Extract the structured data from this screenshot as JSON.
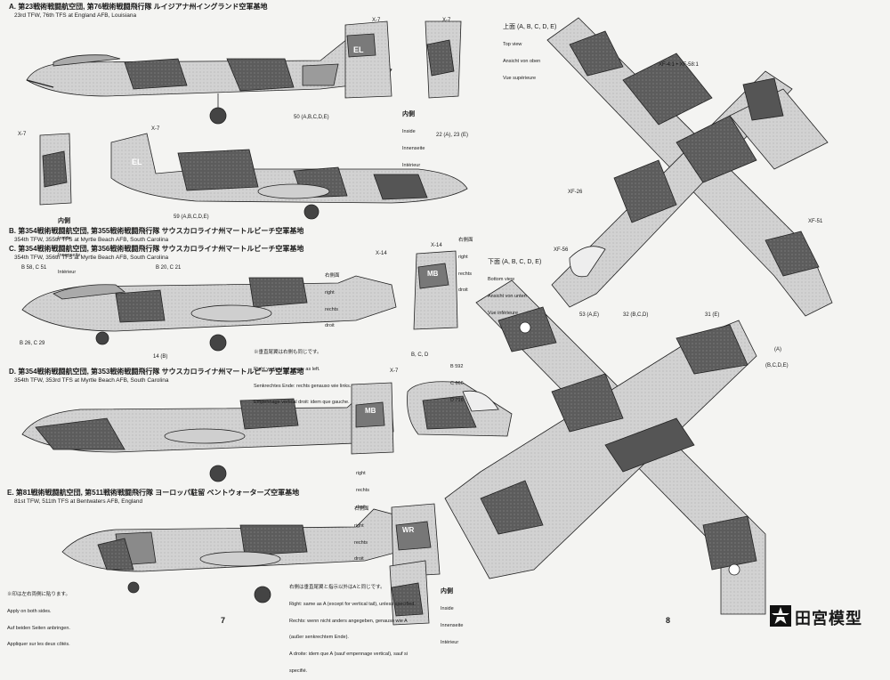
{
  "sections": [
    {
      "id": "A",
      "jp": "A. 第23戦術戦闘航空団, 第76戦術戦闘飛行隊 ルイジアナ州イングランド空軍基地",
      "en": "23rd TFW, 76th TFS at England AFB, Louisiana"
    },
    {
      "id": "B",
      "jp": "B. 第354戦術戦闘航空団, 第355戦術戦闘飛行隊 サウスカロライナ州マートルビーチ空軍基地",
      "en": "354th TFW, 355th TFS at Myrtle Beach AFB, South Carolina"
    },
    {
      "id": "C",
      "jp": "C. 第354戦術戦闘航空団, 第356戦術戦闘飛行隊 サウスカロライナ州マートルビーチ空軍基地",
      "en": "354th TFW, 356th TFS at Myrtle Beach AFB, South Carolina"
    },
    {
      "id": "D",
      "jp": "D. 第354戦術戦闘航空団, 第353戦術戦闘飛行隊 サウスカロライナ州マートルビーチ空軍基地",
      "en": "354th TFW, 353rd TFS at Myrtle Beach AFB, South Carolina"
    },
    {
      "id": "E",
      "jp": "E. 第81戦術戦闘航空団, 第511戦術戦闘飛行隊 ヨーロッパ駐留 ベントウォーターズ空軍基地",
      "en": "81st TFW, 511th TFS at Bentwaters AFB, England"
    }
  ],
  "inside_label": {
    "jp": "内側",
    "lines": [
      "Inside",
      "Innenseite",
      "Intérieur"
    ]
  },
  "right_side_label": {
    "jp": "右側面",
    "lines": [
      "right",
      "rechts",
      "droit"
    ]
  },
  "top_view": {
    "jp": "上面 (A, B, C, D, E)",
    "lines": [
      "Top view",
      "Ansicht von oben",
      "Vue supérieure"
    ]
  },
  "bottom_view": {
    "jp": "下面 (A, B, C, D, E)",
    "lines": [
      "Bottom view",
      "Ansicht von unten",
      "Vue inférieure"
    ]
  },
  "tail_note": {
    "jp": "※垂直尾翼は右側も同じです。",
    "lines": [
      "Right vertical tail: same as left.",
      "Senkrechtes Ende: rechts genauso wie links.",
      "Empennage vertical droit: idem que gauche."
    ]
  },
  "e_note": {
    "jp": "右側は垂直尾翼と指示以外はAと同じです。",
    "lines": [
      "Right: same as A (except for vertical tail), unless specified.",
      "Rechts: wenn nicht anders angegeben, genauso wie A",
      "(außer senkrechtem Ende).",
      "A droite: idem que A (sauf empennage vertical), sauf si",
      "specifié."
    ]
  },
  "both_sides_note": {
    "jp": "※印は左右両側に貼ります。",
    "lines": [
      "Apply on both sides.",
      "Auf beiden Seiten anbringen.",
      "Appliquer sur les deux côtés."
    ]
  },
  "tail_codes": [
    "EL",
    "MB",
    "WR"
  ],
  "serial_codes": {
    "b": "B 592",
    "c": "C 666",
    "d": "D 716"
  },
  "callout_labels": [
    "X-7",
    "X-14",
    "XF-4:1 • XF-58:1",
    "XF-26",
    "XF-51",
    "XF-56",
    "50 (A,B,C,D,E)",
    "59 (A,B,C,D,E)",
    "22 (A), 23 (E)",
    "53 (A,E)",
    "32 (B,C,D)",
    "31 (E)",
    "(A)",
    "(B,C,D,E)",
    "B 20, C 21",
    "B 26, C 29",
    "B 58, C 51",
    "B, C, D",
    "14 (B)"
  ],
  "page_numbers": {
    "left": "7",
    "right": "8"
  },
  "brand": {
    "name": "田宮模型"
  }
}
